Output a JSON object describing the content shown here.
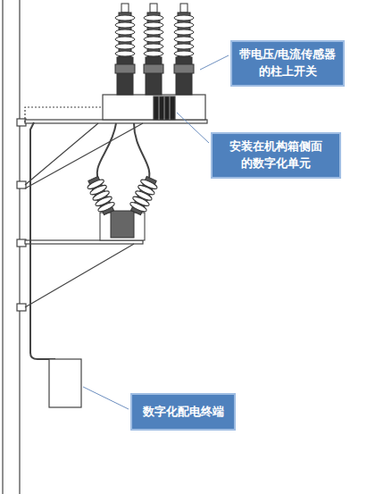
{
  "diagram": {
    "nodes": [
      {
        "text": [
          "带电压/电流传感器 的柱上开关"
        ]
      },
      {
        "text": [
          "安装在机构箱侧面 的数字化单元"
        ]
      },
      {
        "text": [
          "数字化配电终端"
        ]
      }
    ]
  }
}
